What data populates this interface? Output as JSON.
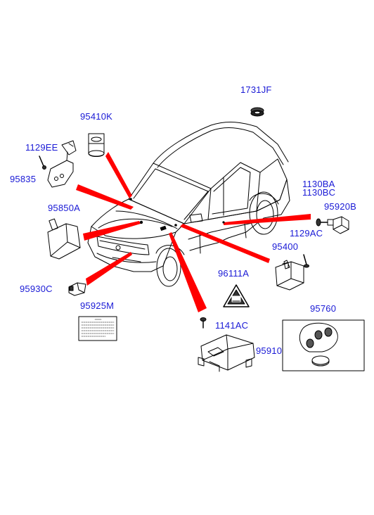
{
  "labels": {
    "p1731JF": "1731JF",
    "p95410K": "95410K",
    "p1129EE": "1129EE",
    "p95835": "95835",
    "p95850A": "95850A",
    "p1130BA": "1130BA",
    "p1130BC": "1130BC",
    "p95920B": "95920B",
    "p1129AC": "1129AC",
    "p95400": "95400",
    "p96111A": "96111A",
    "p95930C": "95930C",
    "p95925M": "95925M",
    "p1141AC": "1141AC",
    "p95910": "95910",
    "p95760": "95760"
  },
  "colors": {
    "label": "#1a1ad6",
    "pointer": "#ff0000",
    "line": "#000000"
  }
}
